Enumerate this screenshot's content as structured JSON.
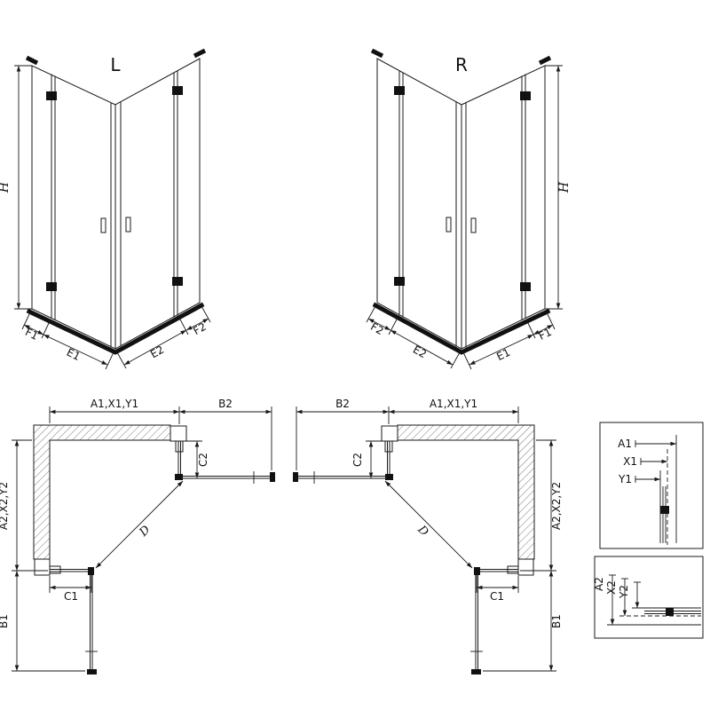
{
  "colors": {
    "line": "#1a1a1a",
    "fill": "#111111",
    "background": "#ffffff"
  },
  "iso_left": {
    "label": "L",
    "h": "H",
    "f1": "F1",
    "e1": "E1",
    "e2": "E2",
    "f2": "F2"
  },
  "iso_right": {
    "label": "R",
    "h": "H",
    "f2": "F2",
    "e2": "E2",
    "e1": "E1",
    "f1": "F1"
  },
  "plan_left": {
    "top_main": "A1,X1,Y1",
    "top_side": "B2",
    "c2": "C2",
    "left_main": "A2,X2,Y2",
    "left_side": "B1",
    "c1": "C1",
    "diag": "D"
  },
  "plan_right": {
    "top_side": "B2",
    "top_main": "A1,X1,Y1",
    "c2": "C2",
    "right_main": "A2,X2,Y2",
    "right_side": "B1",
    "c1": "C1",
    "diag": "D"
  },
  "detail_top": {
    "a1": "A1",
    "x1": "X1",
    "y1": "Y1"
  },
  "detail_bottom": {
    "a2": "A2",
    "x2": "X2",
    "y2": "Y2"
  }
}
